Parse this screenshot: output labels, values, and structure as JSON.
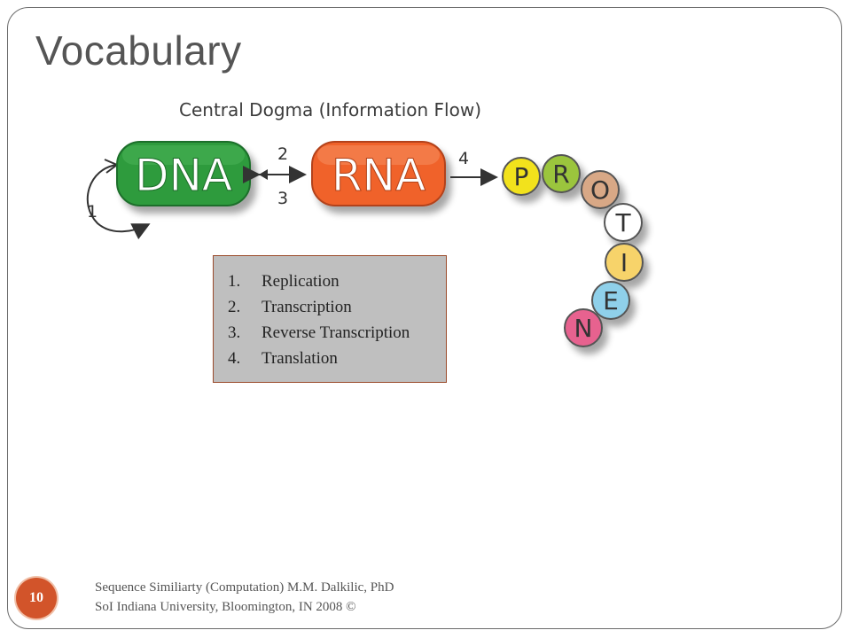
{
  "slide": {
    "title": "Vocabulary",
    "figure_title": "Central Dogma (Information Flow)"
  },
  "diagram": {
    "dna_label": "DNA",
    "rna_label": "RNA",
    "arrow_labels": [
      "1",
      "2",
      "3",
      "4"
    ],
    "protein_letters": [
      "P",
      "R",
      "O",
      "T",
      "I",
      "E",
      "N"
    ],
    "colors": {
      "dna": "#2e9b3e",
      "rna": "#f0622a",
      "protein": [
        "#f2e21b",
        "#9bc53d",
        "#d8a886",
        "#ffffff",
        "#f7d36a",
        "#8fd0ea",
        "#e7628f"
      ]
    }
  },
  "legend": {
    "items": [
      {
        "num": "1.",
        "label": "Replication"
      },
      {
        "num": "2.",
        "label": "Transcription"
      },
      {
        "num": "3.",
        "label": "Reverse Transcription"
      },
      {
        "num": "4.",
        "label": "Translation"
      }
    ]
  },
  "footer": {
    "page_number": "10",
    "line1": "Sequence Similiarty (Computation) M.M. Dalkilic, PhD",
    "line2": "SoI Indiana University, Bloomington, IN 2008 ©"
  }
}
